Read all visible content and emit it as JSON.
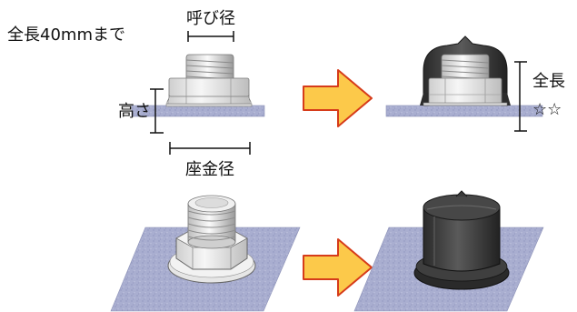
{
  "labels": {
    "total_length_limit": "全長40mmまで",
    "nominal_diameter": "呼び径",
    "height": "高さ",
    "washer_diameter": "座金径",
    "total_length": "全長",
    "total_length_value": "☆☆"
  },
  "colors": {
    "base_plate": "#9ea5cc",
    "arrow_fill": "#fcc94a",
    "arrow_stroke": "#d63b1a",
    "cap_dark": "#3c3c3c",
    "nut_light": "#e3e3e3"
  }
}
